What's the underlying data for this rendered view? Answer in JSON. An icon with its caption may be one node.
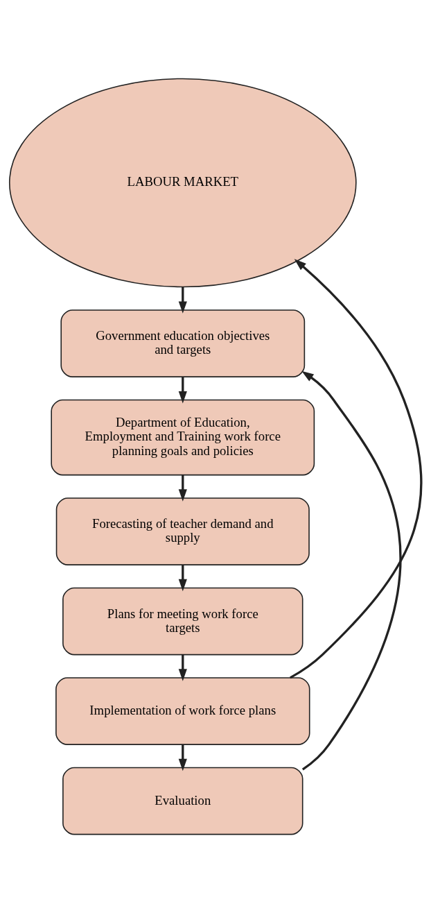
{
  "diagram": {
    "nodes": [
      {
        "text": [
          "LABOUR MARKET"
        ]
      },
      {
        "text": [
          "Government education objectives and targets"
        ]
      },
      {
        "text": [
          "Department of Education, Employment and Training work force planning goals and policies"
        ]
      },
      {
        "text": [
          "Forecasting of teacher demand and supply"
        ]
      },
      {
        "text": [
          "Plans for meeting work force targets"
        ]
      },
      {
        "text": [
          "Implementation of work force plans"
        ]
      },
      {
        "text": [
          "Evaluation"
        ]
      }
    ],
    "edges": [
      {
        "from": 0,
        "to": 1,
        "arrow": "to"
      },
      {
        "from": 1,
        "to": 2,
        "arrow": "to"
      },
      {
        "from": 2,
        "to": 3,
        "arrow": "to"
      },
      {
        "from": 3,
        "to": 4,
        "arrow": "to"
      },
      {
        "from": 4,
        "to": 5,
        "arrow": "to"
      },
      {
        "from": 5,
        "to": 6,
        "arrow": "to"
      },
      {
        "from": 5,
        "to": 0,
        "arrow": "to"
      },
      {
        "from": 6,
        "to": 1,
        "arrow": "to"
      }
    ]
  }
}
